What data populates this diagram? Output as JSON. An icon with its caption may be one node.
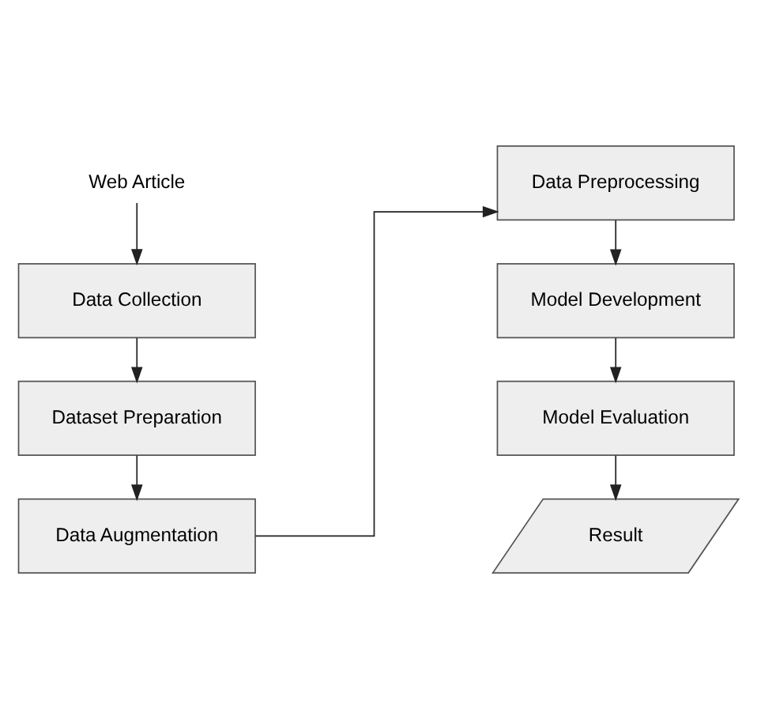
{
  "diagram": {
    "nodes": [
      {
        "text": [
          "Web Article"
        ]
      },
      {
        "text": [
          "Data Collection"
        ]
      },
      {
        "text": [
          "Dataset Preparation"
        ]
      },
      {
        "text": [
          "Data Augmentation"
        ]
      },
      {
        "text": [
          "Data Preprocessing"
        ]
      },
      {
        "text": [
          "Model Development"
        ]
      },
      {
        "text": [
          "Model Evaluation"
        ]
      },
      {
        "text": [
          "Result"
        ]
      }
    ],
    "edges": [
      {
        "from": 0,
        "to": 1,
        "arrow": "to"
      },
      {
        "from": 1,
        "to": 2,
        "arrow": "to"
      },
      {
        "from": 2,
        "to": 3,
        "arrow": "to"
      },
      {
        "from": 3,
        "to": 4,
        "arrow": "to"
      },
      {
        "from": 4,
        "to": 5,
        "arrow": "to"
      },
      {
        "from": 5,
        "to": 6,
        "arrow": "to"
      },
      {
        "from": 6,
        "to": 7,
        "arrow": "to"
      }
    ]
  }
}
